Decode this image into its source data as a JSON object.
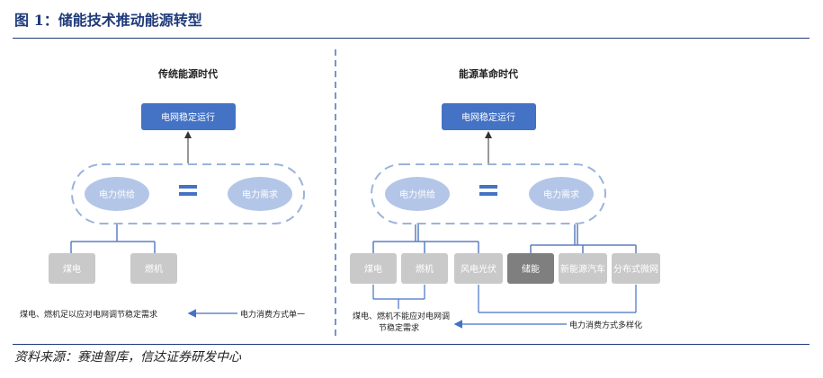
{
  "figure": {
    "title": "图 1：储能技术推动能源转型",
    "source": "资料来源：赛迪智库，信达证券研发中心"
  },
  "left": {
    "heading": "传统能源时代",
    "grid_label": "电网稳定运行",
    "supply_label": "电力供给",
    "demand_label": "电力需求",
    "equals": "=",
    "sources": [
      "煤电",
      "燃机"
    ],
    "note": "煤电、燃机足以应对电网调节稳定需求",
    "arrow_label": "电力消费方式单一"
  },
  "right": {
    "heading": "能源革命时代",
    "grid_label": "电网稳定运行",
    "supply_label": "电力供给",
    "demand_label": "电力需求",
    "equals": "=",
    "sources": [
      "煤电",
      "燃机",
      "风电光伏",
      "储能",
      "新能源汽车",
      "分布式微网"
    ],
    "note_line1": "煤电、燃机不能应对电网调",
    "note_line2": "节稳定需求",
    "arrow_label": "电力消费方式多样化"
  },
  "colors": {
    "navy": "#1f3a7a",
    "grid_box": "#4472c4",
    "oval_fill": "#b4c6e7",
    "dash": "#9bb3dc",
    "equals": "#4472c4",
    "source_box": "#c9c9c9",
    "storage_box": "#7f7f7f",
    "connector": "#5b7fc0"
  }
}
